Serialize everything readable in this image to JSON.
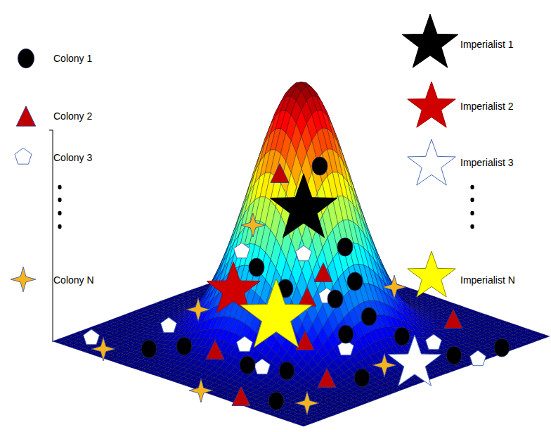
{
  "diagram": {
    "legend": [
      {
        "text": "Colony 1"
      },
      {
        "text": "Colony 2"
      },
      {
        "text": "Colony 3"
      },
      {
        "text": "Colony N"
      },
      {
        "text": "Imperialist 1"
      },
      {
        "text": "Imperialist 2"
      },
      {
        "text": "Imperialist 3"
      },
      {
        "text": "Imperialist N"
      }
    ]
  }
}
